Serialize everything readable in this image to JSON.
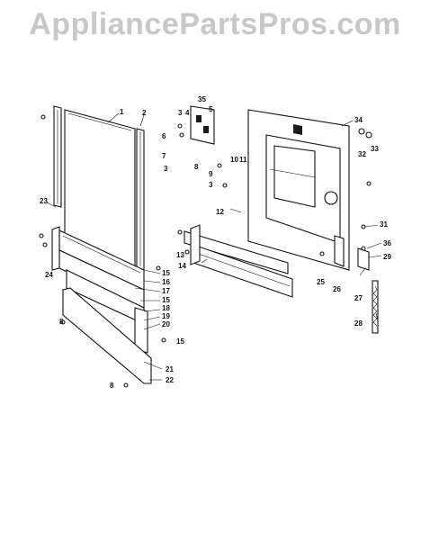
{
  "watermark": {
    "text": "AppliancePartsPros.com",
    "color": "#c8c8c8"
  },
  "diagram": {
    "labels": [
      "1",
      "2",
      "3",
      "4",
      "35",
      "5",
      "6",
      "7",
      "3",
      "8",
      "10",
      "11",
      "9",
      "3",
      "34",
      "33",
      "32",
      "23",
      "12",
      "13",
      "14",
      "31",
      "36",
      "29",
      "24",
      "15",
      "16",
      "17",
      "15",
      "18",
      "19",
      "20",
      "25",
      "26",
      "27",
      "28",
      "8",
      "15",
      "21",
      "8",
      "22"
    ]
  }
}
